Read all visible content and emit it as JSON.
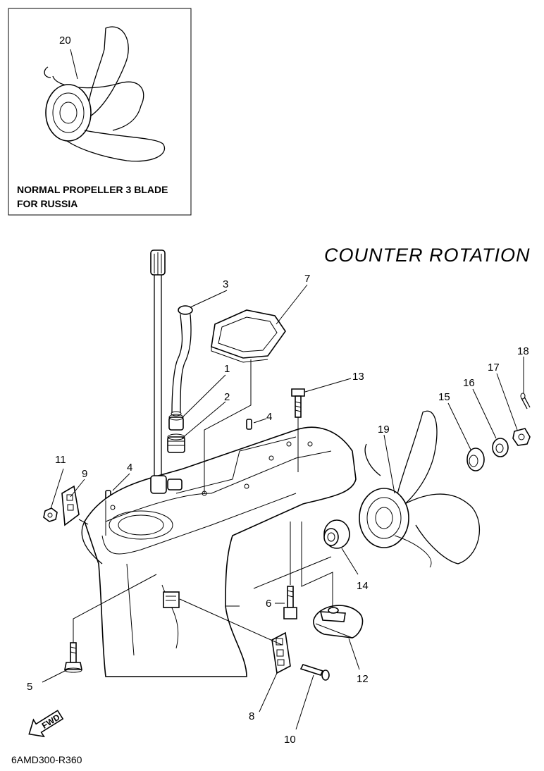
{
  "inset": {
    "callout": "20",
    "caption_line1": "NORMAL PROPELLER 3 BLADE",
    "caption_line2": "FOR RUSSIA"
  },
  "diagram": {
    "title": "COUNTER  ROTATION",
    "drawing_code": "6AMD300-R360",
    "fwd_label": "FWD"
  },
  "callouts": {
    "c1": "1",
    "c2": "2",
    "c3": "3",
    "c4a": "4",
    "c4b": "4",
    "c5": "5",
    "c6": "6",
    "c7": "7",
    "c8": "8",
    "c9": "9",
    "c10": "10",
    "c11": "11",
    "c12": "12",
    "c13": "13",
    "c14": "14",
    "c15": "15",
    "c16": "16",
    "c17": "17",
    "c18": "18",
    "c19": "19"
  }
}
